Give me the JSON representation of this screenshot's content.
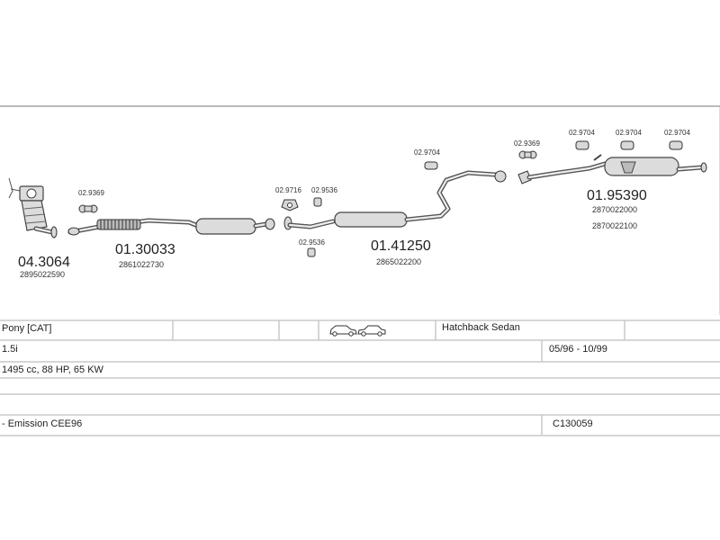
{
  "parts": [
    {
      "part_no": "04.3064",
      "oe_no": "2895022590",
      "accessories": [
        "02.9369"
      ]
    },
    {
      "part_no": "01.30033",
      "oe_no": "2861022730",
      "accessories": []
    },
    {
      "part_no": "01.41250",
      "oe_no": "2865022200",
      "accessories": [
        "02.9716",
        "02.9536",
        "02.9536",
        "02.9704"
      ]
    },
    {
      "part_no": "01.95390",
      "oe_no": [
        "2870022000",
        "2870022100"
      ],
      "accessories": [
        "02.9369",
        "02.9704",
        "02.9704",
        "02.9704"
      ]
    }
  ],
  "vehicle": {
    "model": "Pony  [CAT]",
    "body_types": "Hatchback Sedan",
    "engine": "1.5i",
    "date_range": "05/96 - 10/99",
    "specs": "1495 cc, 88 HP, 65 KW",
    "emission": "- Emission CEE96",
    "code": "C130059",
    "icon_names": [
      "hatchback-car-icon",
      "sedan-car-icon"
    ]
  }
}
